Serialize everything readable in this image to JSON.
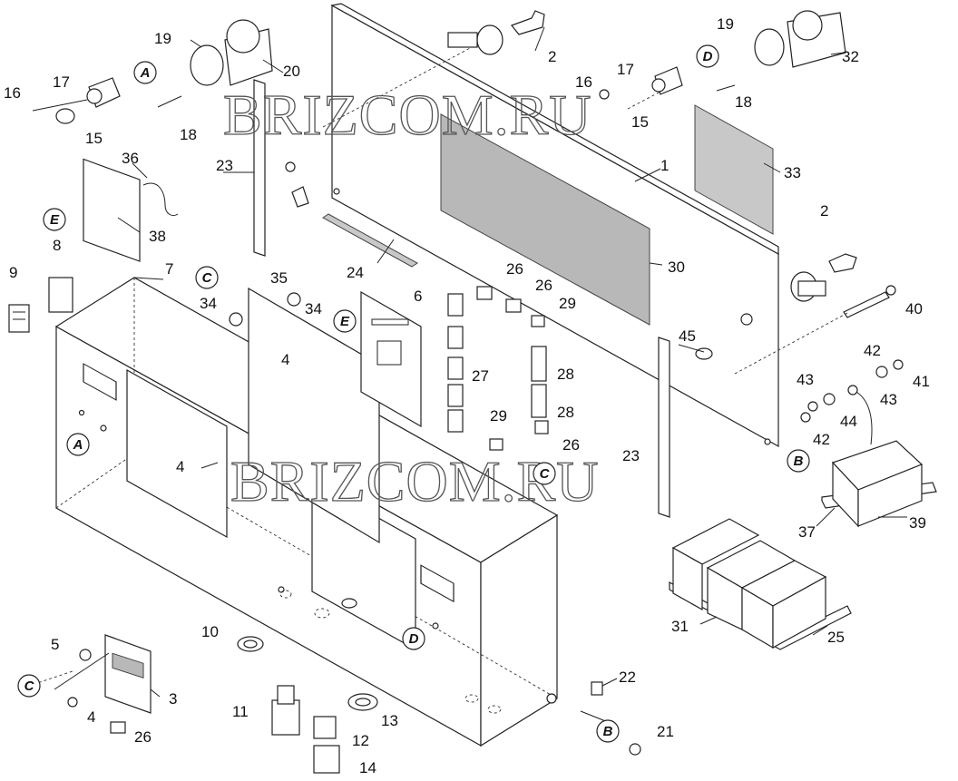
{
  "watermark": "BRIZCOM.RU",
  "part_labels": {
    "p1": "1",
    "p2a": "2",
    "p2b": "2",
    "p3": "3",
    "p4a": "4",
    "p4b": "4",
    "p4c": "4",
    "p5": "5",
    "p6": "6",
    "p7": "7",
    "p8": "8",
    "p9": "9",
    "p10": "10",
    "p11": "11",
    "p12": "12",
    "p13": "13",
    "p14": "14",
    "p15a": "15",
    "p15b": "15",
    "p16a": "16",
    "p16b": "16",
    "p17a": "17",
    "p17b": "17",
    "p18a": "18",
    "p18b": "18",
    "p19a": "19",
    "p19b": "19",
    "p20": "20",
    "p21": "21",
    "p22": "22",
    "p23a": "23",
    "p23b": "23",
    "p24": "24",
    "p25": "25",
    "p26a": "26",
    "p26b": "26",
    "p26c": "26",
    "p26d": "26",
    "p27": "27",
    "p28a": "28",
    "p28b": "28",
    "p29a": "29",
    "p29b": "29",
    "p30": "30",
    "p31": "31",
    "p32": "32",
    "p33": "33",
    "p34a": "34",
    "p34b": "34",
    "p35": "35",
    "p36": "36",
    "p37": "37",
    "p38": "38",
    "p39": "39",
    "p40": "40",
    "p41": "41",
    "p42a": "42",
    "p42b": "42",
    "p43a": "43",
    "p43b": "43",
    "p44": "44",
    "p45": "45"
  },
  "reference_markers": {
    "A1": "A",
    "A2": "A",
    "B1": "B",
    "B2": "B",
    "C1": "C",
    "C2": "C",
    "C3": "C",
    "D1": "D",
    "D2": "D",
    "E1": "E",
    "E2": "E"
  }
}
